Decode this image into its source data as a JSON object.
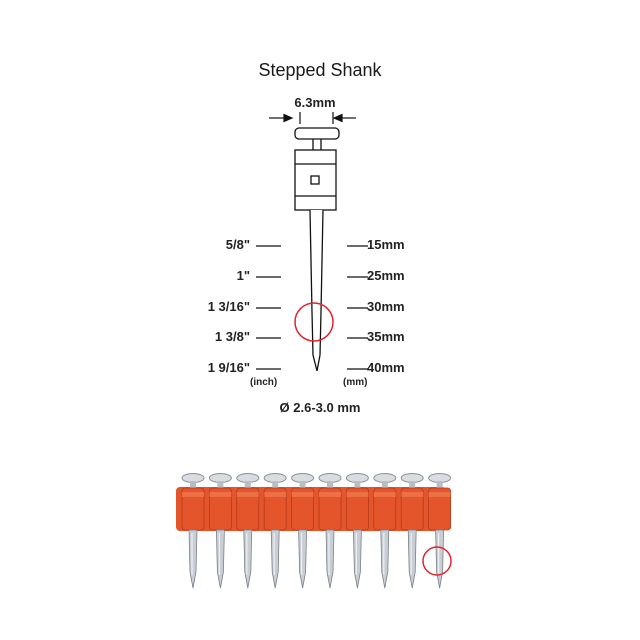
{
  "diagram": {
    "title": "Stepped Shank",
    "head_width": "6.3mm",
    "lengths": [
      {
        "inch": "5/8\"",
        "mm": "15mm"
      },
      {
        "inch": "1\"",
        "mm": "25mm"
      },
      {
        "inch": "1 3/16\"",
        "mm": "30mm"
      },
      {
        "inch": "1 3/8\"",
        "mm": "35mm"
      },
      {
        "inch": "1 9/16\"",
        "mm": "40mm"
      }
    ],
    "unit_inch": "(inch)",
    "unit_mm": "(mm)",
    "diameter": "Ø 2.6-3.0 mm"
  },
  "colors": {
    "highlight_circle": "#e0242a",
    "collar_orange": "#e5552b",
    "outline": "#111111"
  },
  "strip": {
    "nail_count": 10
  }
}
